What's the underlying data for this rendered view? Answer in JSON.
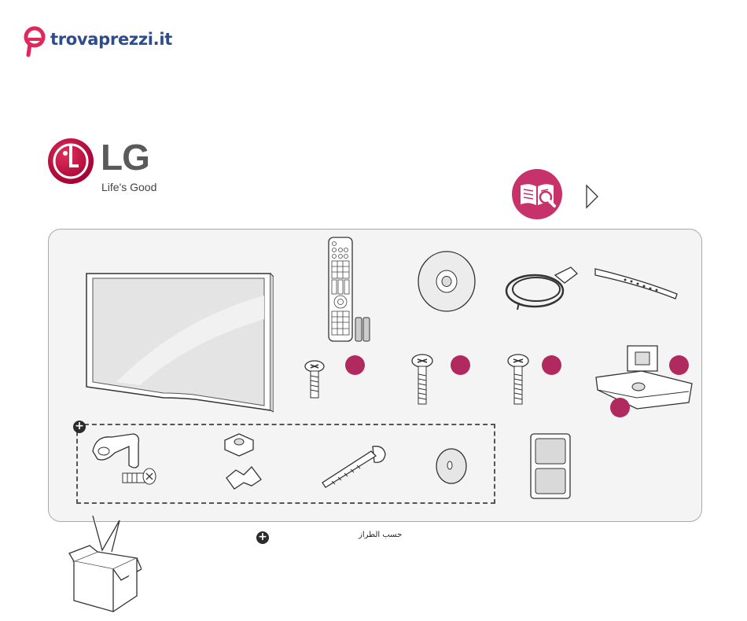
{
  "header": {
    "site_logo_text": "trovaprezzi.it",
    "brand": "LG",
    "slogan": "Life's Good"
  },
  "colors": {
    "badge": "#b02a5f",
    "manual_icon": "#c7326b",
    "site_logo_pink": "#e0285a",
    "site_logo_blue": "#2e4c8c",
    "lg_red": "#a50034"
  },
  "icons": [
    "manual-icon",
    "next-arrow-icon",
    "box-icon",
    "plus-icon"
  ],
  "accessories": [
    "tv",
    "remote-control",
    "batteries",
    "cd-rom",
    "power-cord",
    "cable-holder",
    "screw-1",
    "screw-2",
    "screw-3",
    "stand",
    "cable-clip",
    "wall-screw",
    "nut",
    "wing-nut",
    "long-bolt",
    "washer",
    "feet-pads"
  ],
  "footer": {
    "plus_symbol": "+",
    "note_arabic": "حسب الطراز"
  }
}
